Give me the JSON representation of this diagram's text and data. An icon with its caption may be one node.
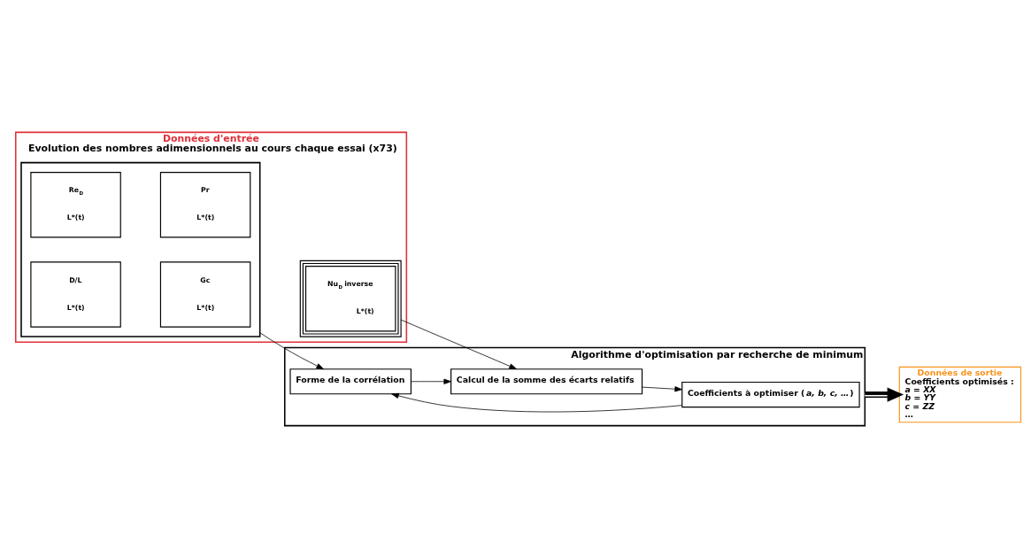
{
  "diagram": {
    "nodes": [
      {
        "text": [
          "Données d'entrée",
          "Evolution des nombres adimensionnels au cours chaque essai (x73)"
        ]
      },
      {
        "text": [],
        "shape": "box",
        "in": 0
      },
      {
        "text": [
          "Re$_{D}$",
          "L*(t)"
        ],
        "in": 1
      },
      {
        "text": [
          "Pr",
          "L*(t)"
        ],
        "in": 1
      },
      {
        "text": [
          "D/L",
          "L*(t)"
        ],
        "in": 1
      },
      {
        "text": [
          "Gc",
          "L*(t)"
        ],
        "in": 1
      },
      {
        "text": [
          "Nu$_{D}$ inverse",
          "L*(t)"
        ],
        "in": 0
      },
      {
        "text": [
          "Algorithme d'optimisation par recherche de minimum"
        ]
      },
      {
        "text": [
          "Forme de la corrélation"
        ],
        "in": 7
      },
      {
        "text": [
          "Calcul de la somme des écarts relatifs"
        ],
        "in": 7
      },
      {
        "text": [
          "Coefficients à optimiser (*a, b, c, …*)"
        ],
        "in": 7
      },
      {
        "text": [
          "Données de sortie",
          "Coefficients optimisés :",
          "*a = XX*",
          "*b = YY*",
          "*c = ZZ*",
          "…"
        ]
      }
    ],
    "edges": [
      {
        "from": 1,
        "to": 8,
        "arrow": "to"
      },
      {
        "from": 8,
        "to": 9,
        "arrow": "to"
      },
      {
        "from": 9,
        "to": 10,
        "arrow": "to"
      },
      {
        "from": 10,
        "to": 8,
        "arrow": "to"
      },
      {
        "from": 6,
        "to": 9,
        "arrow": "to"
      },
      {
        "from": 7,
        "to": 11,
        "arrow": "to",
        "style": "thick"
      }
    ]
  }
}
